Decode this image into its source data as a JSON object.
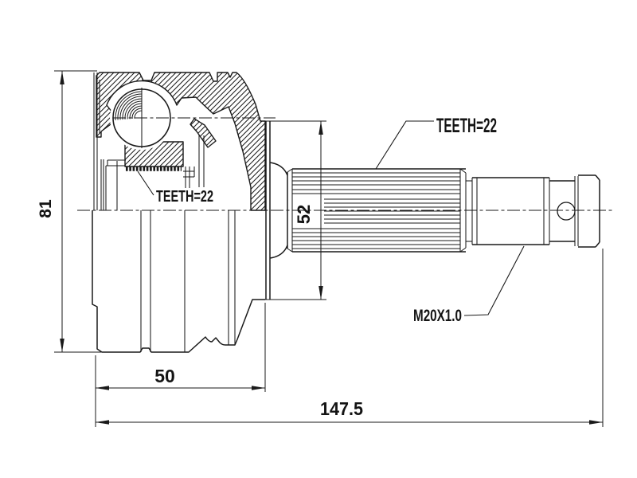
{
  "drawing": {
    "background_color": "#ffffff",
    "line_color": "#1a1a1a",
    "dimensions": {
      "overall_height": "81",
      "seat_diameter": "52",
      "body_length": "50",
      "overall_length": "147.5"
    },
    "labels": {
      "inner_spline_teeth": "TEETH=22",
      "shaft_spline_teeth": "TEETH=22",
      "thread_spec": "M20X1.0"
    }
  }
}
